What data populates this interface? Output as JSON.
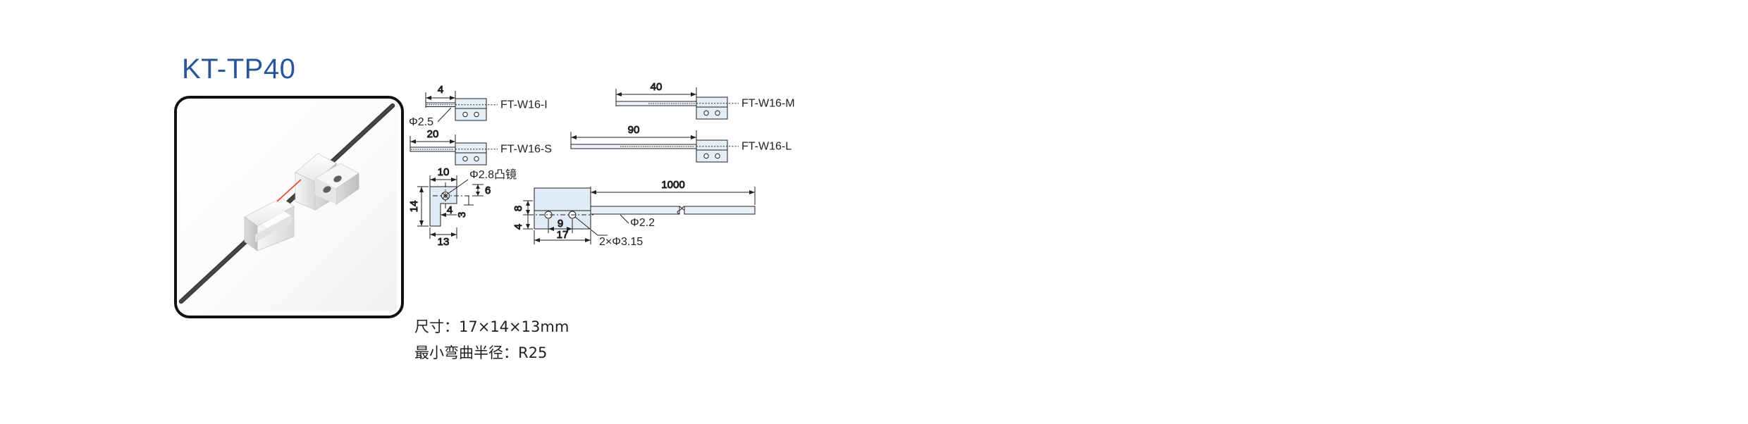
{
  "title": "KT-TP40",
  "title_color": "#2a5699",
  "photo": {
    "alt_name": "fiber-optic-sensor-pair-photo",
    "cable_color": "#3c3c3c",
    "body_color": "#f2f2f2",
    "beam_color": "#e8502a"
  },
  "variants": [
    {
      "id": "ft-w16-i",
      "label": "FT-W16-I",
      "lead_dim": "4",
      "row": 0,
      "col": 0
    },
    {
      "id": "ft-w16-m",
      "label": "FT-W16-M",
      "lead_dim": "40",
      "row": 0,
      "col": 1
    },
    {
      "id": "ft-w16-s",
      "label": "FT-W16-S",
      "lead_dim": "20",
      "row": 1,
      "col": 0
    },
    {
      "id": "ft-w16-l",
      "label": "FT-W16-L",
      "lead_dim": "90",
      "row": 1,
      "col": 1
    }
  ],
  "callouts": {
    "lens_dia": "Φ2.5",
    "convex_lens": "Φ2.8凸镜",
    "cable_dia": "Φ2.2",
    "mount_holes": "2×Φ3.15",
    "cable_length": "1000"
  },
  "side_view_dims": {
    "width_top": "10",
    "height": "14",
    "foot": "4",
    "base": "13",
    "lens_from_top": "6",
    "lens_lower": "3"
  },
  "front_view_dims": {
    "hole_from_top": "8",
    "hole_from_bottom": "4",
    "hole_spacing": "9",
    "total_width": "17"
  },
  "spec_lines": [
    "尺寸：17×14×13mm",
    "最小弯曲半径：R25"
  ],
  "colors": {
    "part_fill": "#e3eef6",
    "part_fill_light": "#eef5fa",
    "line": "#231f20",
    "dim_line": "#231f20"
  }
}
